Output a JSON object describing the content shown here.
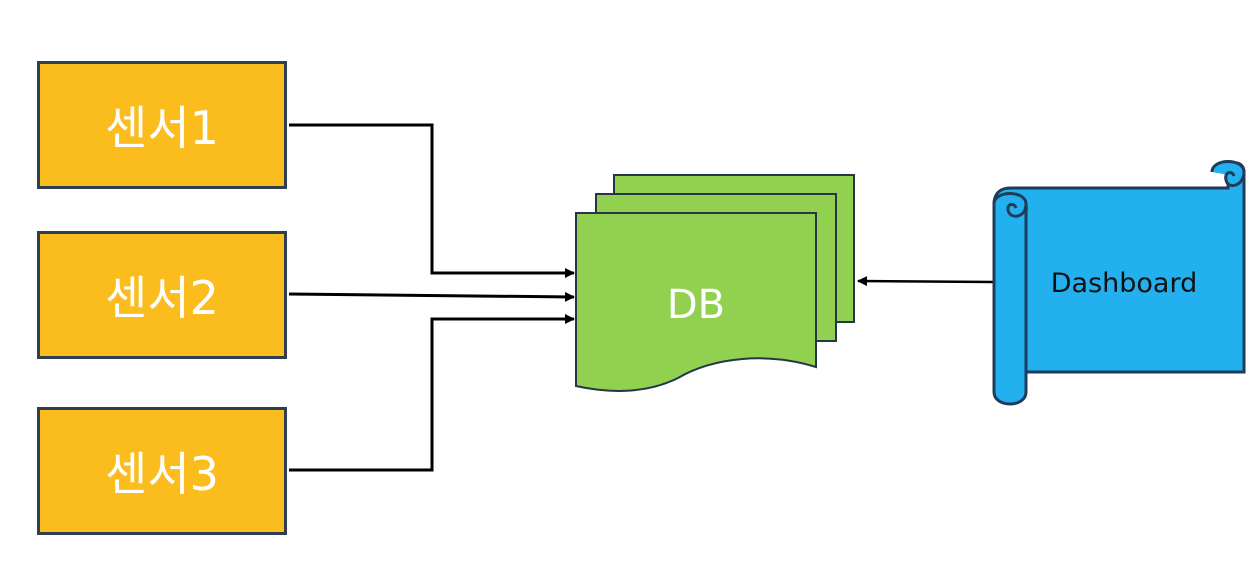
{
  "colors": {
    "sensor_fill": "#fbbc1e",
    "sensor_border": "#2e3f52",
    "db_fill": "#92d050",
    "db_border": "#243648",
    "dashboard_fill": "#22b0ee",
    "dashboard_border": "#1f3d5a",
    "connector": "#000000",
    "text_light": "#ffffff",
    "text_dark": "#111111"
  },
  "sensors": [
    {
      "label": "센서1"
    },
    {
      "label": "센서2"
    },
    {
      "label": "센서3"
    }
  ],
  "database": {
    "label": "DB",
    "icon": "multi-document-icon"
  },
  "dashboard": {
    "label": "Dashboard",
    "icon": "scroll-icon"
  },
  "connections": [
    {
      "from": "센서1",
      "to": "DB"
    },
    {
      "from": "센서2",
      "to": "DB"
    },
    {
      "from": "센서3",
      "to": "DB"
    },
    {
      "from": "Dashboard",
      "to": "DB"
    }
  ]
}
